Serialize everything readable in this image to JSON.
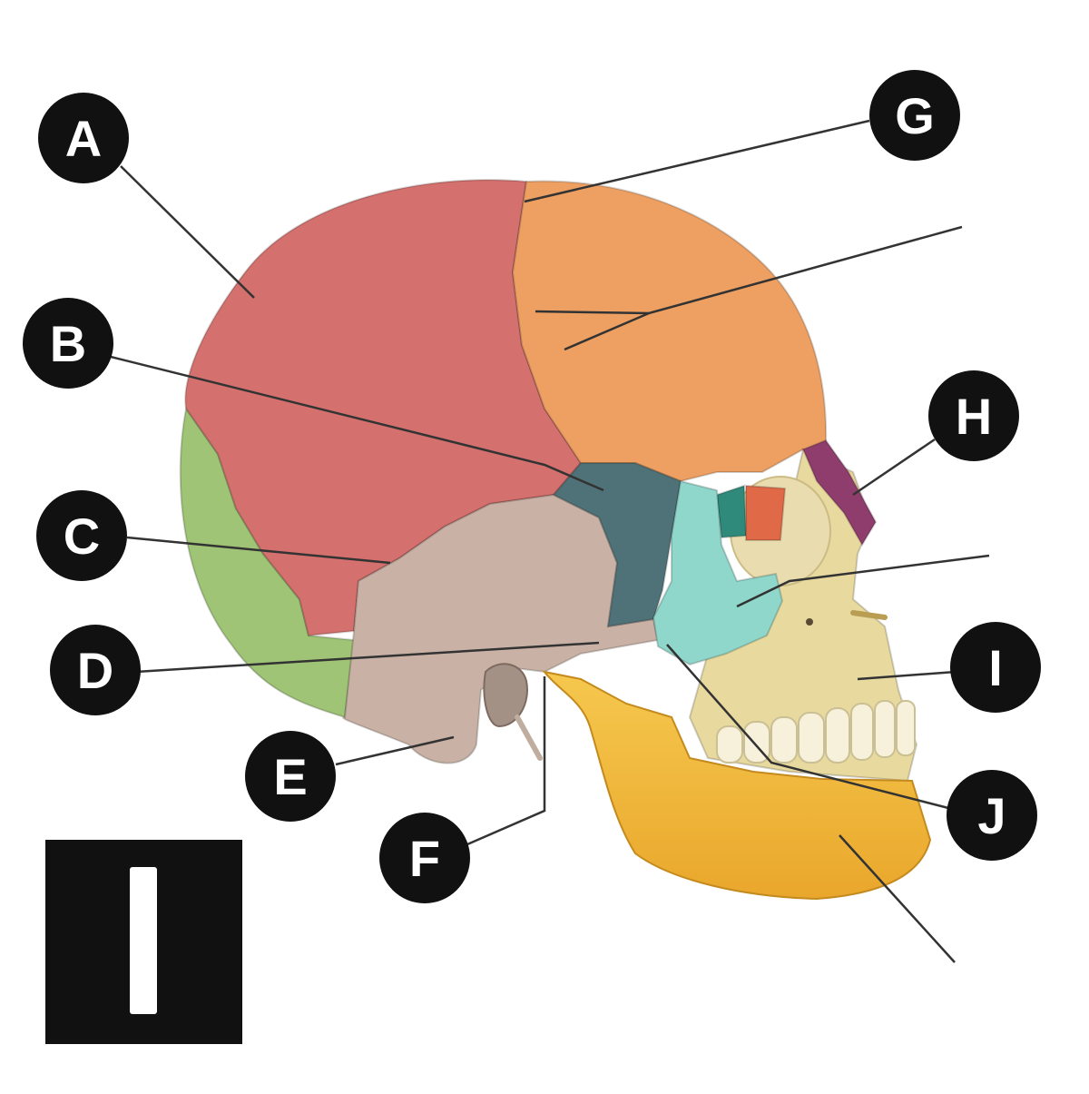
{
  "diagram": {
    "labels": [
      "A",
      "B",
      "C",
      "D",
      "E",
      "F",
      "G",
      "H",
      "I",
      "J"
    ],
    "panel_label": "I"
  },
  "colors": {
    "parietal": "#d4706d",
    "frontal": "#eea062",
    "occipital": "#9fc475",
    "temporal": "#c9b2a5",
    "sphenoid": "#4f7178",
    "zygomatic": "#8fd6cb",
    "nasal": "#8e3d6d",
    "lacrimal": "#e06a48",
    "ethmoid": "#2f8a7b",
    "maxilla": "#e8da9e",
    "mandible": "#f2b93c",
    "teeth": "#f7f1dc",
    "marker": "#111111",
    "line": "#333333"
  }
}
